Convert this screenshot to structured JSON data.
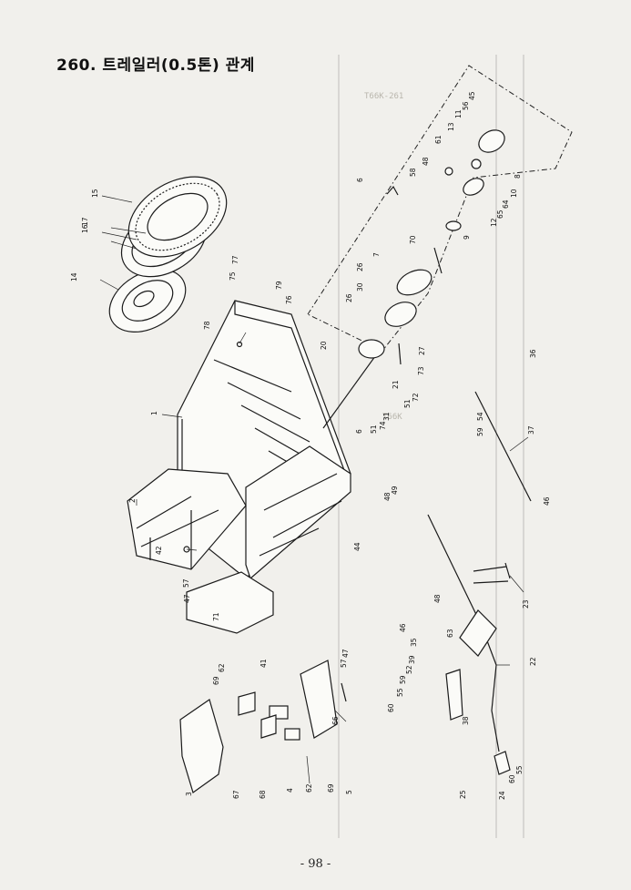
{
  "page": {
    "title_number": "260.",
    "title_text": "트레일러(0.5톤) 관계",
    "page_number": "- 98 -"
  },
  "parts": {
    "p1": "1",
    "p2": "2",
    "p3": "3",
    "p4": "4",
    "p5": "5",
    "p6a": "6",
    "p6b": "6",
    "p7": "7",
    "p8": "8",
    "p9": "9",
    "p10": "10",
    "p11": "11",
    "p12": "12",
    "p13": "13",
    "p14": "14",
    "p15": "15",
    "p16": "16",
    "p17": "17",
    "p20": "20",
    "p21": "21",
    "p22": "22",
    "p23": "23",
    "p24": "24",
    "p25": "25",
    "p26a": "26",
    "p26b": "26",
    "p27": "27",
    "p30": "30",
    "p31": "31",
    "p35": "35",
    "p36": "36",
    "p37": "37",
    "p38": "38",
    "p39": "39",
    "p41": "41",
    "p42": "42",
    "p44": "44",
    "p45": "45",
    "p46a": "46",
    "p46b": "46",
    "p47a": "47",
    "p47b": "47",
    "p48a": "48",
    "p48b": "48",
    "p48c": "48",
    "p49": "49",
    "p51a": "51",
    "p51b": "51",
    "p52": "52",
    "p54": "54",
    "p55a": "55",
    "p55b": "55",
    "p56": "56",
    "p57a": "57",
    "p57b": "57",
    "p58": "58",
    "p59a": "59",
    "p59b": "59",
    "p60a": "60",
    "p60b": "60",
    "p61": "61",
    "p62a": "62",
    "p62b": "62",
    "p63": "63",
    "p64": "64",
    "p65": "65",
    "p66": "66",
    "p67": "67",
    "p68": "68",
    "p69a": "69",
    "p69b": "69",
    "p70": "70",
    "p71": "71",
    "p72": "72",
    "p73": "73",
    "p74": "74",
    "p75": "75",
    "p76": "76",
    "p77": "77",
    "p78": "78",
    "p79": "79"
  }
}
